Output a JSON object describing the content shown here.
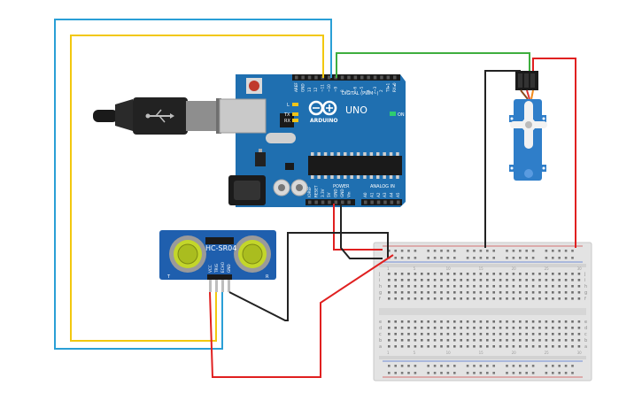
{
  "arduino": {
    "logo": "ARDUINO",
    "model": "UNO",
    "label_on": "ON",
    "label_l": "L",
    "label_tx": "TX",
    "label_rx": "RX",
    "digital_header": "DIGITAL (PWM~)",
    "power_header": "POWER",
    "analog_header": "ANALOG IN",
    "digital_pins": [
      "AREF",
      "GND",
      "13",
      "12",
      "~11",
      "~10",
      "~9",
      "8",
      "7",
      "~6",
      "~5",
      "4",
      "~3",
      "2",
      "TX▸1",
      "RX◂0"
    ],
    "power_pins": [
      "IOREF",
      "RESET",
      "3.3V",
      "5V",
      "GND",
      "GND",
      "Vin"
    ],
    "analog_pins": [
      "A0",
      "A1",
      "A2",
      "A3",
      "A4",
      "A5"
    ]
  },
  "sensor": {
    "model": "HC-SR04",
    "left_mark": "T",
    "right_mark": "R",
    "pins": [
      "VCC",
      "TRIG",
      "ECHO",
      "GND"
    ]
  },
  "breadboard": {
    "row_letters_top": [
      "j",
      "i",
      "h",
      "g",
      "f"
    ],
    "row_letters_bottom": [
      "e",
      "d",
      "c",
      "b",
      "a"
    ],
    "col_numbers": [
      "1",
      "5",
      "10",
      "15",
      "20",
      "25",
      "30"
    ]
  },
  "colors": {
    "board_blue": "#1f6fb0",
    "wire_blue": "#2a9fd6",
    "wire_yellow": "#f2c80f",
    "wire_green": "#3fae3f",
    "wire_red": "#e02020",
    "wire_black": "#222222",
    "servo_blue": "#2f7ec9"
  }
}
